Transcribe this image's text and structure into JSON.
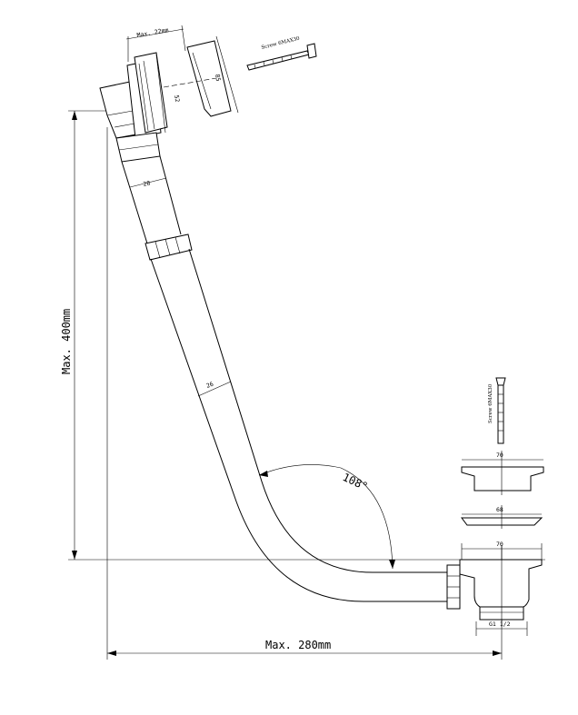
{
  "dimensions": {
    "height_max": "Max. 400mm",
    "width_max": "Max. 280mm",
    "angle": "108°",
    "top_thickness": "Max. 22mm",
    "upper_pipe_dia": "28",
    "lower_pipe_dia": "26",
    "fitting_dia_small": "52",
    "fitting_dia_large": "85",
    "strainer_top": "70",
    "strainer_middle": "68",
    "waste_top": "70",
    "thread": "G1 1/2"
  },
  "annotations": {
    "screw_top": "Screw 6MAX30",
    "screw_right": "Screw 6MAX30"
  }
}
